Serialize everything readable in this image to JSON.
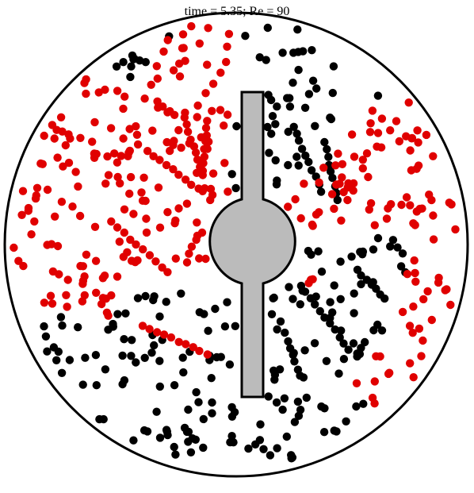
{
  "figure": {
    "title": "time = 5.35; Re = 90"
  },
  "colors": {
    "background": "#ffffff",
    "boundary": "#000000",
    "mixer_fill": "#bbbbbb",
    "mixer_stroke": "#000000",
    "particle_red": "#e00000",
    "particle_black": "#000000"
  },
  "elements": {
    "boundary": "circular-container",
    "mixer": "central-rotor-with-blades",
    "particles": [
      "red-particles",
      "black-particles"
    ]
  }
}
